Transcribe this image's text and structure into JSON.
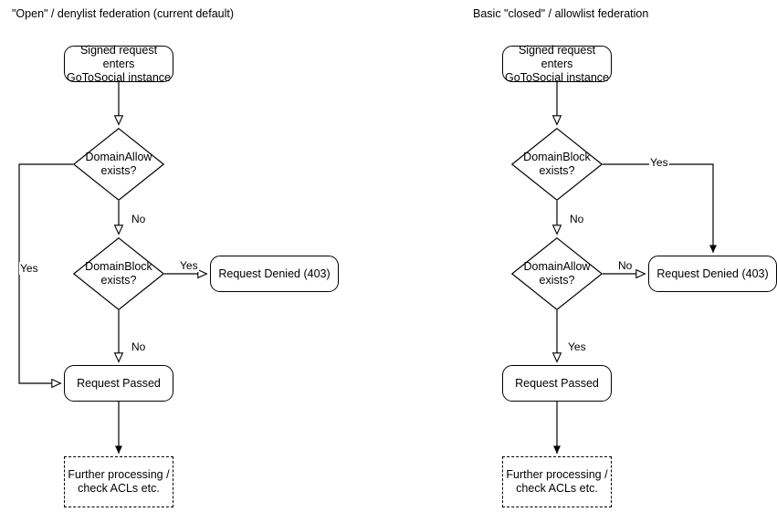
{
  "diagram": {
    "kind": "flowchart",
    "background": "#ffffff",
    "stroke": "#000000",
    "panels": [
      {
        "id": "open-denylist",
        "title": "\"Open\" / denylist federation (current default)",
        "nodes": [
          {
            "id": "entry",
            "shape": "rounded-box",
            "text": "Signed request enters\nGoToSocial instance"
          },
          {
            "id": "allow",
            "shape": "diamond",
            "text": "DomainAllow\nexists?"
          },
          {
            "id": "block",
            "shape": "diamond",
            "text": "DomainBlock\nexists?"
          },
          {
            "id": "denied",
            "shape": "rounded-box",
            "text": "Request Denied (403)"
          },
          {
            "id": "passed",
            "shape": "rounded-box",
            "text": "Request Passed"
          },
          {
            "id": "further",
            "shape": "dashed-box",
            "text": "Further processing /\ncheck ACLs etc."
          }
        ],
        "edges": [
          {
            "from": "entry",
            "to": "allow",
            "label": ""
          },
          {
            "from": "allow",
            "to": "passed",
            "label": "Yes"
          },
          {
            "from": "allow",
            "to": "block",
            "label": "No"
          },
          {
            "from": "block",
            "to": "denied",
            "label": "Yes"
          },
          {
            "from": "block",
            "to": "passed",
            "label": "No"
          },
          {
            "from": "passed",
            "to": "further",
            "label": ""
          }
        ]
      },
      {
        "id": "closed-allowlist",
        "title": "Basic \"closed\" / allowlist federation",
        "nodes": [
          {
            "id": "entry",
            "shape": "rounded-box",
            "text": "Signed request enters\nGoToSocial instance"
          },
          {
            "id": "block",
            "shape": "diamond",
            "text": "DomainBlock\nexists?"
          },
          {
            "id": "allow",
            "shape": "diamond",
            "text": "DomainAllow\nexists?"
          },
          {
            "id": "denied",
            "shape": "rounded-box",
            "text": "Request Denied (403)"
          },
          {
            "id": "passed",
            "shape": "rounded-box",
            "text": "Request Passed"
          },
          {
            "id": "further",
            "shape": "dashed-box",
            "text": "Further processing /\ncheck ACLs etc."
          }
        ],
        "edges": [
          {
            "from": "entry",
            "to": "block",
            "label": ""
          },
          {
            "from": "block",
            "to": "denied",
            "label": "Yes"
          },
          {
            "from": "block",
            "to": "allow",
            "label": "No"
          },
          {
            "from": "allow",
            "to": "denied",
            "label": "No"
          },
          {
            "from": "allow",
            "to": "passed",
            "label": "Yes"
          },
          {
            "from": "passed",
            "to": "further",
            "label": ""
          }
        ]
      }
    ]
  },
  "left": {
    "title": "\"Open\" / denylist federation (current default)",
    "entry": "Signed request enters\nGoToSocial instance",
    "allow": "DomainAllow\nexists?",
    "block": "DomainBlock\nexists?",
    "denied": "Request Denied (403)",
    "passed": "Request Passed",
    "further": "Further processing /\ncheck ACLs etc.",
    "label_allow_yes": "Yes",
    "label_allow_no": "No",
    "label_block_yes": "Yes",
    "label_block_no": "No"
  },
  "right": {
    "title": "Basic \"closed\" / allowlist federation",
    "entry": "Signed request enters\nGoToSocial instance",
    "block": "DomainBlock\nexists?",
    "allow": "DomainAllow\nexists?",
    "denied": "Request Denied (403)",
    "passed": "Request Passed",
    "further": "Further processing /\ncheck ACLs etc.",
    "label_block_yes": "Yes",
    "label_block_no": "No",
    "label_allow_no": "No",
    "label_allow_yes": "Yes"
  }
}
